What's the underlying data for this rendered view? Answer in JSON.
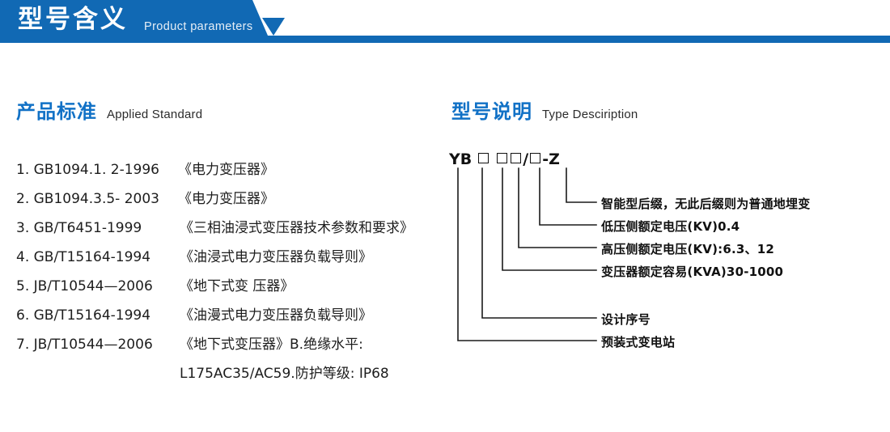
{
  "header": {
    "title_cn": "型号含义",
    "title_en": "Product parameters",
    "bar_color": "#1169b4",
    "wedge_color": "#1169b4"
  },
  "sections": {
    "standards": {
      "title_cn": "产品标准",
      "title_en": "Applied Standard",
      "accent_color": "#1171c6",
      "items": [
        {
          "code": "1. GB1094.1. 2-1996",
          "name": "《电力变压器》"
        },
        {
          "code": "2. GB1094.3.5- 2003",
          "name": "《电力变压器》"
        },
        {
          "code": "3. GB/T6451-1999",
          "name": "《三相油浸式变压器技术参数和要求》"
        },
        {
          "code": "4. GB/T15164-1994",
          "name": "《油浸式电力变压器负载导则》"
        },
        {
          "code": "5. JB/T10544—2006",
          "name": "《地下式变 压器》"
        },
        {
          "code": "6. GB/T15164-1994",
          "name": "《油漫式电力变压器负载导则》"
        },
        {
          "code": "7. JB/T10544—2006",
          "name": "《地下式变压器》B.绝缘水平:"
        }
      ],
      "continuation": "L175AC35/AC59.防护等级: IP68"
    },
    "type_description": {
      "title_cn": "型号说明",
      "title_en": "Type Desciription",
      "accent_color": "#1171c6",
      "code_parts": [
        "YB",
        "□",
        "□",
        "□",
        "/",
        "□",
        "-",
        "Z"
      ],
      "code_display": "YB □ □□/□ - Z",
      "callouts": [
        {
          "id": "suffix",
          "text": "智能型后缀，无此后缀则为普通地埋变"
        },
        {
          "id": "lv-voltage",
          "text": "低压侧额定电压(KV)0.4"
        },
        {
          "id": "hv-voltage",
          "text": "高压侧额定电压(KV):6.3、12"
        },
        {
          "id": "capacity",
          "text": "变压器额定容易(KVA)30-1000"
        },
        {
          "id": "design-serial",
          "text": "设计序号"
        },
        {
          "id": "substation",
          "text": "预装式变电站"
        }
      ]
    }
  }
}
